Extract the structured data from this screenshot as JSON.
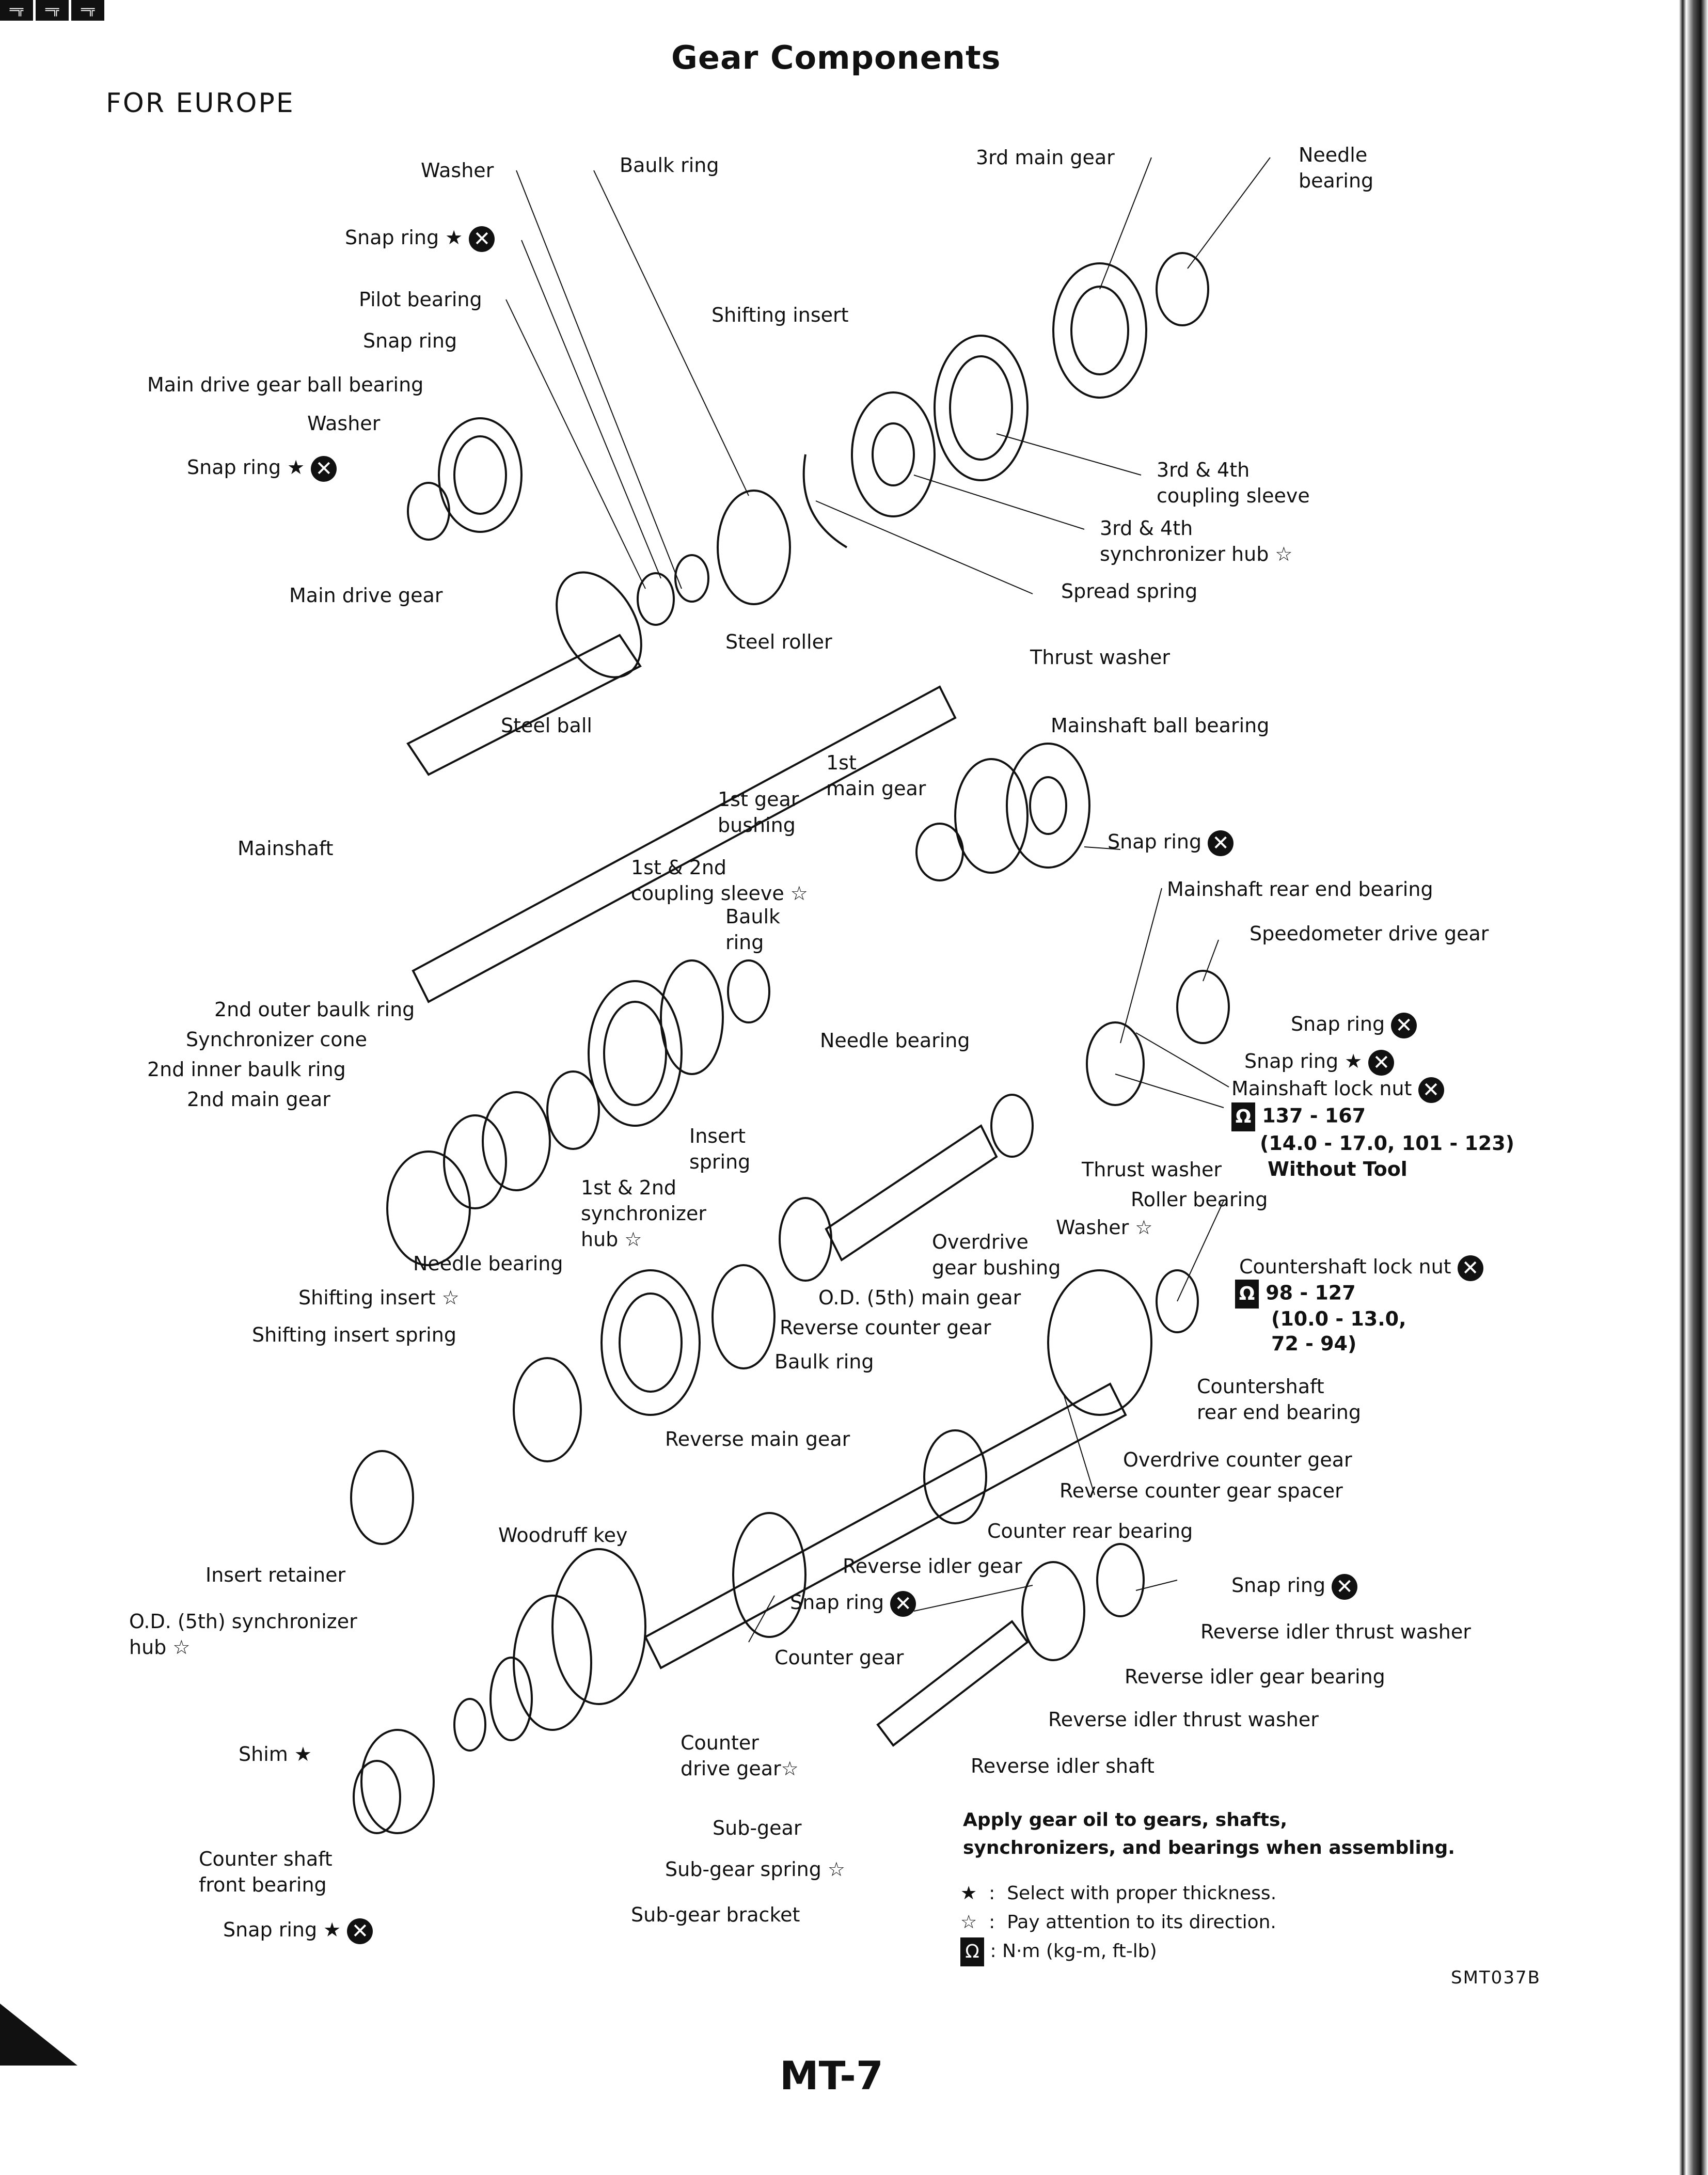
{
  "page": {
    "title": "Gear Components",
    "region": "FOR EUROPE",
    "figure_code": "SMT037B",
    "page_number": "MT-7"
  },
  "labels": {
    "washer_top": "Washer",
    "baulk_ring_top": "Baulk ring",
    "third_main_gear": "3rd main gear",
    "needle_bearing_top": "Needle\nbearing",
    "snap_ring_1": "Snap ring ★",
    "pilot_bearing": "Pilot bearing",
    "snap_ring_2": "Snap ring",
    "main_drive_gear_ball_bearing": "Main drive gear ball bearing",
    "washer_2": "Washer",
    "snap_ring_3": "Snap ring ★",
    "shifting_insert_top": "Shifting insert",
    "coupling_sleeve_34": "3rd & 4th\ncoupling sleeve",
    "sync_hub_34": "3rd & 4th\nsynchronizer hub ☆",
    "spread_spring": "Spread spring",
    "main_drive_gear": "Main drive gear",
    "steel_roller": "Steel roller",
    "thrust_washer_top": "Thrust washer",
    "mainshaft_ball_bearing": "Mainshaft ball bearing",
    "steel_ball": "Steel ball",
    "first_main_gear": "1st\nmain gear",
    "first_gear_bushing": "1st gear\nbushing",
    "mainshaft": "Mainshaft",
    "snap_ring_4": "Snap ring",
    "mainshaft_rear_end_bearing": "Mainshaft rear end bearing",
    "speedometer_drive_gear": "Speedometer drive gear",
    "coupling_sleeve_12": "1st & 2nd\ncoupling sleeve ☆",
    "baulk_ring_mid": "Baulk\nring",
    "second_outer_baulk_ring": "2nd outer baulk ring",
    "synchronizer_cone": "Synchronizer cone",
    "second_inner_baulk_ring": "2nd inner baulk ring",
    "second_main_gear": "2nd main gear",
    "needle_bearing_mid": "Needle bearing",
    "snap_ring_5": "Snap ring",
    "snap_ring_6": "Snap ring ★",
    "mainshaft_lock_nut": "Mainshaft lock nut",
    "insert_spring": "Insert\nspring",
    "sync_hub_12": "1st & 2nd\nsynchronizer\nhub ☆",
    "thrust_washer_mid": "Thrust washer",
    "without_tool": "Without Tool",
    "roller_bearing": "Roller bearing",
    "washer_3": "Washer ☆",
    "overdrive_gear_bushing": "Overdrive\ngear bushing",
    "needle_bearing_low": "Needle bearing",
    "shifting_insert_low": "Shifting insert ☆",
    "shifting_insert_spring": "Shifting insert spring",
    "od_5th_main_gear": "O.D. (5th) main gear",
    "reverse_counter_gear": "Reverse counter gear",
    "baulk_ring_low": "Baulk ring",
    "countershaft_lock_nut": "Countershaft lock nut",
    "countershaft_rear_end_bearing": "Countershaft\nrear end bearing",
    "reverse_main_gear": "Reverse main gear",
    "overdrive_counter_gear": "Overdrive counter gear",
    "reverse_counter_gear_spacer": "Reverse counter gear spacer",
    "woodruff_key": "Woodruff key",
    "counter_rear_bearing": "Counter rear bearing",
    "insert_retainer": "Insert retainer",
    "reverse_idler_gear": "Reverse idler gear",
    "snap_ring_7": "Snap ring",
    "snap_ring_8": "Snap ring",
    "od_sync_hub": "O.D. (5th) synchronizer\nhub ☆",
    "reverse_idler_thrust_washer_1": "Reverse idler thrust washer",
    "counter_gear": "Counter gear",
    "reverse_idler_gear_bearing": "Reverse idler gear bearing",
    "reverse_idler_thrust_washer_2": "Reverse idler thrust washer",
    "shim": "Shim ★",
    "counter_drive_gear": "Counter\ndrive gear☆",
    "reverse_idler_shaft": "Reverse idler shaft",
    "sub_gear": "Sub-gear",
    "counter_shaft_front_bearing": "Counter shaft\nfront bearing",
    "sub_gear_spring": "Sub-gear spring ☆",
    "sub_gear_bracket": "Sub-gear bracket",
    "snap_ring_9": "Snap ring ★"
  },
  "torque": {
    "mainshaft_lock_nut": {
      "value": "137 - 167",
      "alt": "(14.0 - 17.0, 101 - 123)"
    },
    "countershaft_lock_nut": {
      "value": "98 - 127",
      "alt": "(10.0 - 13.0,\n72 - 94)"
    }
  },
  "notes": {
    "oil": "Apply gear oil to gears, shafts,\nsynchronizers, and bearings when assembling.",
    "legend": [
      {
        "symbol": "★",
        "text": ":  Select with proper thickness."
      },
      {
        "symbol": "☆",
        "text": ":  Pay attention to its direction."
      },
      {
        "symbol": "wrench",
        "text": ": N·m (kg-m, ft-lb)"
      }
    ]
  },
  "icons": {
    "xmark": "✕",
    "wrench": "Ω",
    "tool": "═╦"
  }
}
